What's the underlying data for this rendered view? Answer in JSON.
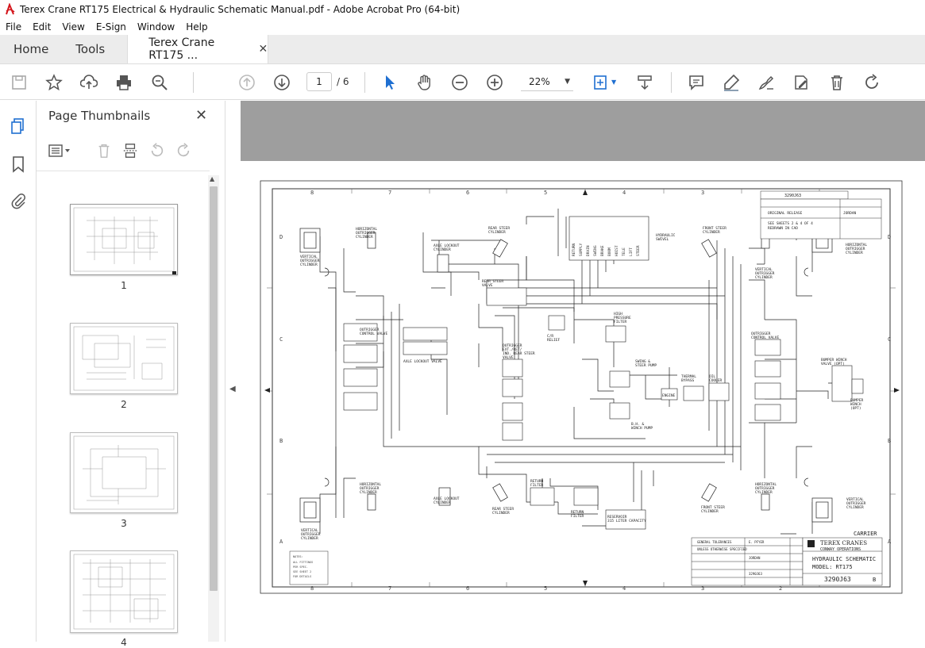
{
  "window": {
    "title": "Terex Crane RT175 Electrical & Hydraulic Schematic Manual.pdf - Adobe Acrobat Pro (64-bit)"
  },
  "menu": [
    "File",
    "Edit",
    "View",
    "E-Sign",
    "Window",
    "Help"
  ],
  "tabs": {
    "home": "Home",
    "tools": "Tools",
    "document": "Terex Crane RT175 ...",
    "close_glyph": "✕"
  },
  "toolbar": {
    "current_page": "1",
    "total_pages": "/ 6",
    "zoom": "22%",
    "icons": [
      "save-icon",
      "bookmark-star-icon",
      "upload-icon",
      "print-icon",
      "zoom-search-icon",
      "page-up-icon",
      "page-down-icon",
      "select-arrow-icon",
      "hand-icon",
      "zoom-out-icon",
      "zoom-in-icon",
      "fit-page-icon",
      "scroll-mode-icon",
      "comment-icon",
      "highlight-icon",
      "sign-icon",
      "edit-icon",
      "delete-icon",
      "rotate-icon"
    ]
  },
  "sidebar": {
    "title": "Page Thumbnails",
    "close_glyph": "✕",
    "thumbnails": [
      {
        "label": "1"
      },
      {
        "label": "2"
      },
      {
        "label": "3"
      },
      {
        "label": "4"
      }
    ]
  },
  "schematic": {
    "column_numbers": [
      "8",
      "7",
      "6",
      "5",
      "4",
      "3",
      "2"
    ],
    "row_letters": [
      "D",
      "C",
      "B",
      "A"
    ],
    "drawing_number": "3290J63",
    "labels": {
      "h_out_cyl_tl": [
        "HORIZONTAL",
        "OUTRIGGER",
        "CYLINDER"
      ],
      "v_out_cyl_tl": [
        "VERTICAL",
        "OUTRIGGER",
        "CYLINDER"
      ],
      "rear_steer_cyl_t": [
        "REAR STEER",
        "CYLINDER"
      ],
      "axle_lockout_cyl_t": [
        "AXLE LOCKOUT",
        "CYLINDER"
      ],
      "rear_steer_valve": [
        "REAR STEER",
        "VALVE"
      ],
      "hydraulic_swivel": [
        "HYDRAULIC",
        "SWIVEL"
      ],
      "front_steer_cyl_t": [
        "FRONT STEER",
        "CYLINDER"
      ],
      "v_out_cyl_tr": [
        "VERTICAL",
        "OUTRIGGER",
        "CYLINDER"
      ],
      "h_out_cyl_tr": [
        "HORIZONTAL",
        "OUTRIGGER",
        "CYLINDER"
      ],
      "outrigger_cv_l": [
        "OUTRIGGER",
        "CONTROL VALVE"
      ],
      "axle_lockout_valve": [
        "AXLE LOCKOUT VALVE"
      ],
      "high_pressure_filter": [
        "HIGH",
        "PRESSURE",
        "FILTER"
      ],
      "check_relief": [
        "C/R",
        "RELIEF"
      ],
      "outrigger_ext": [
        "OUTRIGGER",
        "EXT./RET/",
        "IND. REAR STEER",
        "VALVE"
      ],
      "swing_steer_pump": [
        "SWING &",
        "STEER PUMP"
      ],
      "thermal_bypass": [
        "THERMAL",
        "BYPASS"
      ],
      "oil_cooler": [
        "OIL",
        "COOLER"
      ],
      "engine": [
        "ENGINE"
      ],
      "outrigger_cv_r": [
        "OUTRIGGER",
        "CONTROL VALVE"
      ],
      "bumper_winch_valve": [
        "BUMPER WINCH",
        "VALVE (OPT)"
      ],
      "bumper_winch": [
        "BUMPER",
        "WINCH",
        "(OPT)"
      ],
      "bh_winch_pump": [
        "B.H. &",
        "WINCH PUMP"
      ],
      "h_out_cyl_bl": [
        "HORIZONTAL",
        "OUTRIGGER",
        "CYLINDER"
      ],
      "v_out_cyl_bl": [
        "VERTICAL",
        "OUTRIGGER",
        "CYLINDER"
      ],
      "axle_lockout_cyl_b": [
        "AXLE LOCKOUT",
        "CYLINDER"
      ],
      "rear_steer_cyl_b": [
        "REAR STEER",
        "CYLINDER"
      ],
      "return_filter_1": [
        "RETURN",
        "FILTER"
      ],
      "return_filter_2": [
        "RETURN",
        "FILTER"
      ],
      "reservoir": [
        "RESERVOIR",
        "315 LITER CAPACITY"
      ],
      "front_steer_cyl_b": [
        "FRONT STEER",
        "CYLINDER"
      ],
      "h_out_cyl_br": [
        "HORIZONTAL",
        "OUTRIGGER",
        "CYLINDER"
      ],
      "v_out_cyl_br": [
        "VERTICAL",
        "OUTRIGGER",
        "CYLINDER"
      ]
    },
    "swivel_ports": [
      "RETURN",
      "SUPPLY",
      "DRAIN",
      "SWING",
      "BRAKE",
      "BOOM",
      "HOIST",
      "TELE",
      "LIFT",
      "STEER"
    ],
    "revision": {
      "line1": "ORIGINAL RELEASE",
      "line2": "SEE SHEETS 2 & 4 OF 4",
      "line3": "REDRAWN IN CAD",
      "by1": "JORDAN"
    },
    "title_block": {
      "carrier": "CARRIER",
      "company": "TEREX CRANES",
      "division": "CONWAY OPERATIONS",
      "title1": "HYDRAULIC SCHEMATIC",
      "title2": "MODEL: RT175",
      "number": "3290J63",
      "sheet": "B",
      "drawn": "E. PFYER",
      "checked": "JORDAN",
      "tolerances": [
        "GENERAL TOLERANCES",
        "UNLESS OTHERWISE SPECIFIED"
      ]
    }
  }
}
